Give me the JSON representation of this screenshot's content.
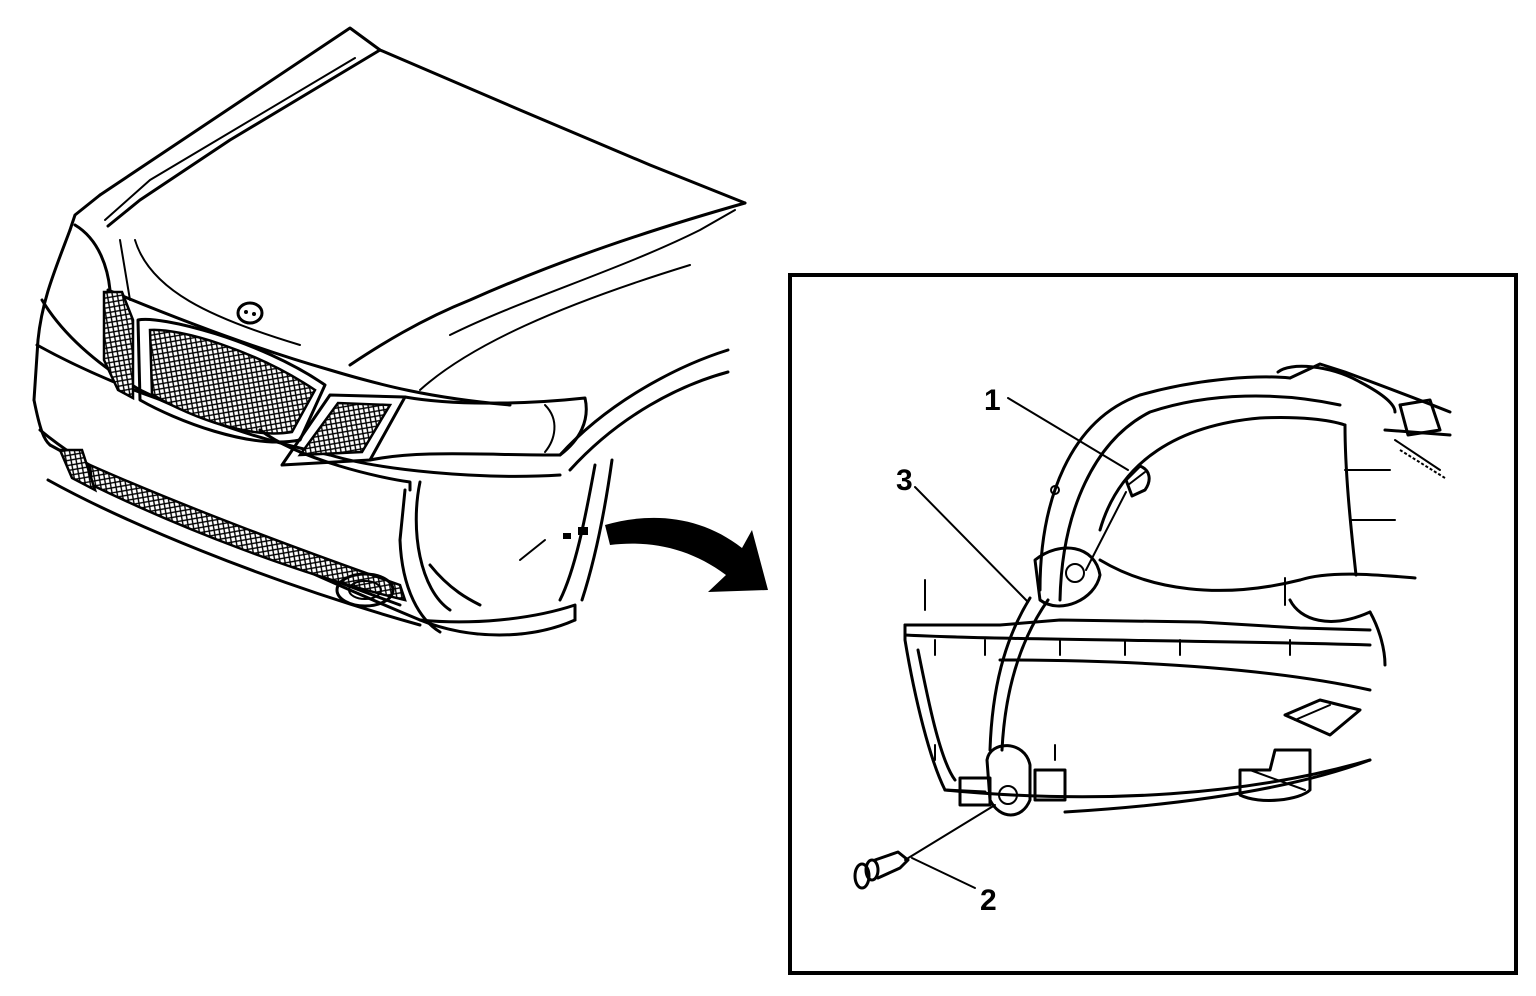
{
  "callouts": [
    {
      "id": "1",
      "text": "1"
    },
    {
      "id": "2",
      "text": "2"
    },
    {
      "id": "3",
      "text": "3"
    }
  ],
  "colors": {
    "line": "#000000",
    "background": "#ffffff"
  },
  "icons": {
    "arrow": "curved-arrow-icon"
  }
}
